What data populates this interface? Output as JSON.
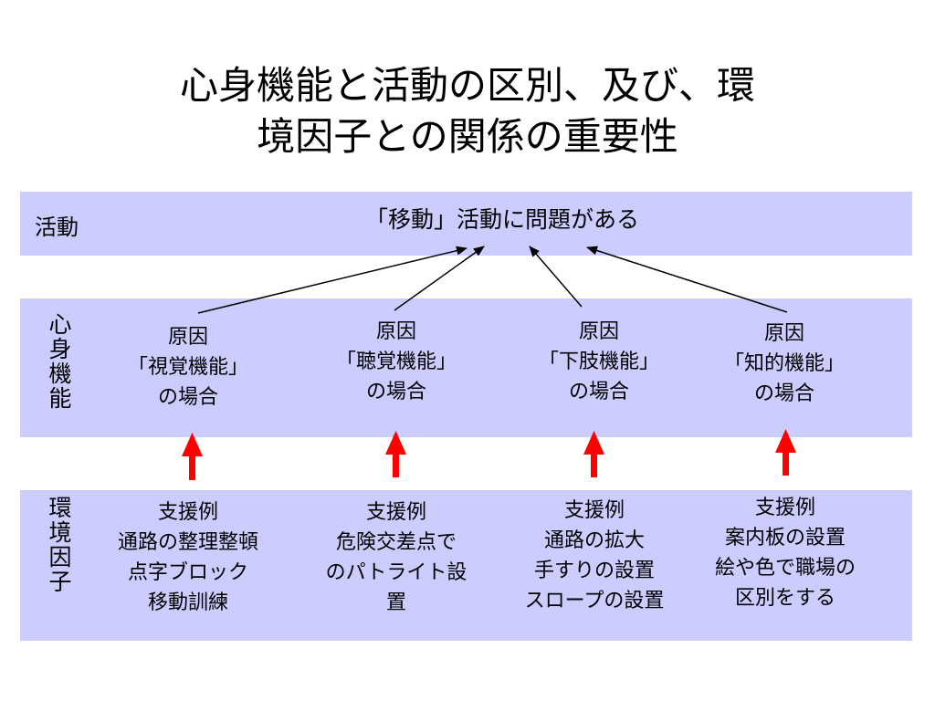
{
  "title": {
    "line1": "心身機能と活動の区別、及び、環",
    "line2": "境因子との関係の重要性"
  },
  "activity": {
    "label": "活動",
    "statement": "「移動」活動に問題がある"
  },
  "body_function": {
    "label": "心身機能",
    "causes": [
      {
        "line1": "原因",
        "line2": "「視覚機能」",
        "line3": "の場合"
      },
      {
        "line1": "原因",
        "line2": "「聴覚機能」",
        "line3": "の場合"
      },
      {
        "line1": "原因",
        "line2": "「下肢機能」",
        "line3": "の場合"
      },
      {
        "line1": "原因",
        "line2": "「知的機能」",
        "line3": "の場合"
      }
    ]
  },
  "environment": {
    "label": "環境因子",
    "supports": [
      {
        "lines": [
          "支援例",
          "通路の整理整頓",
          "点字ブロック",
          "移動訓練"
        ]
      },
      {
        "lines": [
          "支援例",
          "危険交差点で",
          "のパトライト設",
          "置"
        ]
      },
      {
        "lines": [
          "支援例",
          "通路の拡大",
          "手すりの設置",
          "スロープの設置"
        ]
      },
      {
        "lines": [
          "支援例",
          "案内板の設置",
          "絵や色で職場の",
          "区別をする"
        ]
      }
    ]
  },
  "colors": {
    "band": "#ccccff",
    "arrow_red": "#ff0000",
    "arrow_black": "#000000"
  }
}
